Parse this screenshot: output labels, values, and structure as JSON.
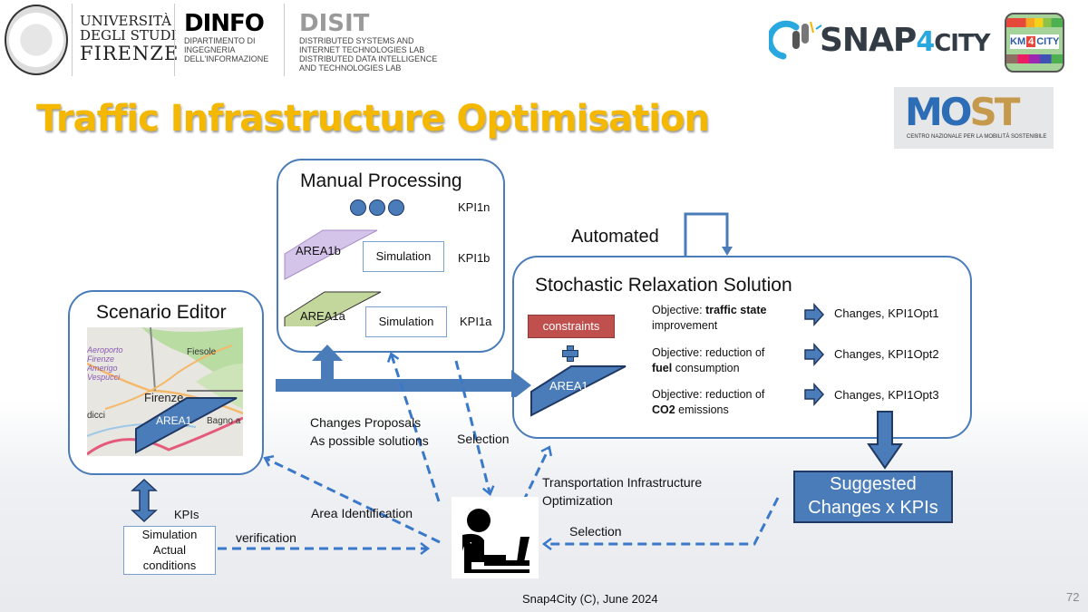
{
  "header": {
    "unifi": {
      "line1": "UNIVERSITÀ",
      "line2": "DEGLI STUDI",
      "line3": "FIRENZE"
    },
    "dinfo": {
      "name": "DINFO",
      "line1": "DIPARTIMENTO DI",
      "line2": "INGEGNERIA",
      "line3": "DELL'INFORMAZIONE"
    },
    "disit": {
      "name": "DISIT",
      "line1": "DISTRIBUTED SYSTEMS AND",
      "line2": "INTERNET TECHNOLOGIES LAB",
      "line3": "DISTRIBUTED DATA INTELLIGENCE",
      "line4": "AND TECHNOLOGIES LAB"
    },
    "snap4city": {
      "snap": "SNAP",
      "four": "4",
      "city": "CITY"
    },
    "km4city": {
      "km": "KM",
      "four": "4",
      "city": "CITY"
    },
    "most": {
      "mo": "MO",
      "st": "ST",
      "subtitle": "CENTRO NAZIONALE PER LA MOBILITÀ SOSTENIBILE"
    }
  },
  "title": "Traffic Infrastructure Optimisation",
  "scenario_editor": {
    "title": "Scenario Editor",
    "map_labels": {
      "airport": "Aeroporto Firenze Amerigo Vespucci",
      "fiesole": "Fiesole",
      "firenze": "Firenze",
      "scandicci": "dicci",
      "bagno": "Bagno a R"
    },
    "area_label": "AREA1"
  },
  "manual_processing": {
    "title": "Manual Processing",
    "kpi_n": "KPI1n",
    "rows": [
      {
        "area": "AREA1b",
        "sim": "Simulation",
        "kpi": "KPI1b"
      },
      {
        "area": "AREA1a",
        "sim": "Simulation",
        "kpi": "KPI1a"
      }
    ]
  },
  "automated_label": "Automated",
  "stochastic": {
    "title": "Stochastic Relaxation Solution",
    "constraints": "constraints",
    "area_label": "AREA1",
    "objectives": [
      {
        "prefix": "Objective: ",
        "bold": "traffic state",
        "rest": "",
        "line2_bold": "",
        "line2": "improvement",
        "result": "Changes, KPI1Opt1"
      },
      {
        "prefix": "Objective: reduction of",
        "bold": "",
        "rest": "",
        "line2_bold": "fuel",
        "line2": " consumption",
        "result": "Changes, KPI1Opt2"
      },
      {
        "prefix": "Objective: reduction of",
        "bold": "",
        "rest": "",
        "line2_bold": "CO2",
        "line2": " emissions",
        "result": "Changes, KPI1Opt3"
      }
    ]
  },
  "suggested": {
    "line1": "Suggested",
    "line2": "Changes x KPIs"
  },
  "flow_labels": {
    "changes_proposals_1": "Changes Proposals",
    "changes_proposals_2": "As possible solutions",
    "selection_top": "Selection",
    "area_identification": "Area Identification",
    "tio_1": "Transportation Infrastructure",
    "tio_2": "Optimization",
    "selection_bottom": "Selection",
    "verification": "verification",
    "kpis": "KPIs"
  },
  "sim_actual": {
    "line1": "Simulation",
    "line2": "Actual",
    "line3": "conditions"
  },
  "footer": {
    "text": "Snap4City (C), June 2024",
    "page": "72"
  },
  "colors": {
    "accent_blue": "#4a7cba",
    "title_yellow": "#f5b800",
    "constraints_red": "#c0504d",
    "dark_blue": "#1f3864"
  }
}
